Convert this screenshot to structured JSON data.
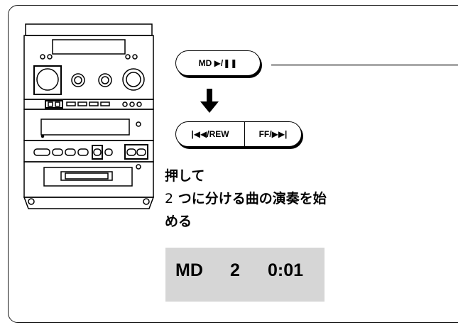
{
  "buttons": {
    "md_play_pause": "MD ▶/❚❚",
    "rew": "|◀◀/REW",
    "ff": "FF/▶▶|"
  },
  "instruction": {
    "line1": "押して",
    "line2_num": "2",
    "line2_text": " つに分ける曲の演奏を始",
    "line3": "める"
  },
  "display": {
    "mode": "MD",
    "track": "2",
    "time": "0:01"
  },
  "icons": [
    "stereo-system-icon",
    "down-arrow-icon"
  ],
  "colors": {
    "rule": "#a9a9a9",
    "display_bg": "#d6d6d6"
  }
}
